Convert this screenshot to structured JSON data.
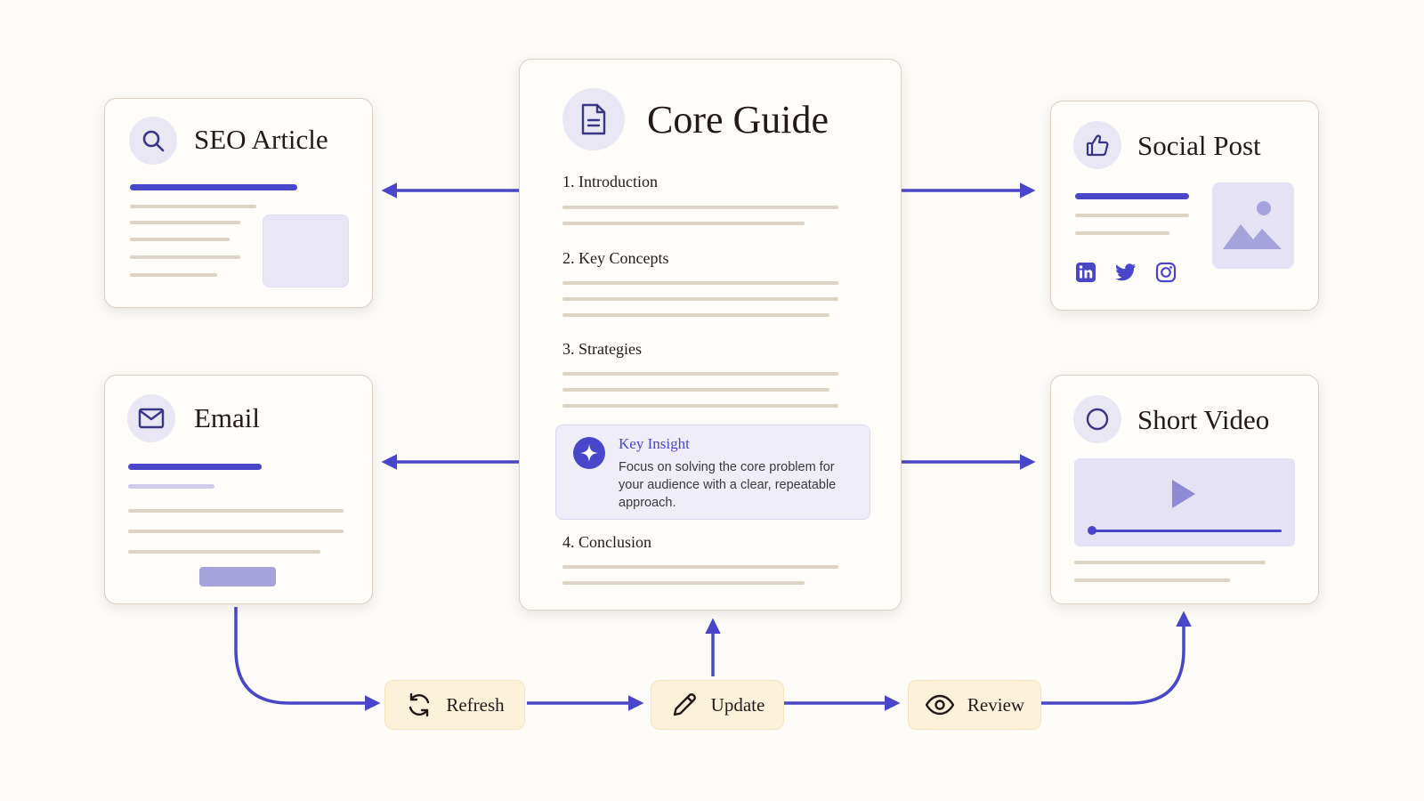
{
  "core_guide": {
    "title": "Core Guide",
    "icon": "document-icon",
    "sections": [
      "1. Introduction",
      "2. Key Concepts",
      "3. Strategies",
      "4. Conclusion"
    ],
    "insight": {
      "title": "Key Insight",
      "icon": "sparkle-icon",
      "body": "Focus on solving the core problem for your audience with a clear, repeatable approach."
    }
  },
  "outputs": {
    "seo_article": {
      "title": "SEO Article",
      "icon": "search-icon"
    },
    "email": {
      "title": "Email",
      "icon": "envelope-icon"
    },
    "social_post": {
      "title": "Social Post",
      "icon": "thumbs-up-icon",
      "social_icons": [
        "linkedin-icon",
        "twitter-icon",
        "instagram-icon"
      ]
    },
    "short_video": {
      "title": "Short Video",
      "icon": "circle-icon"
    }
  },
  "workflow": {
    "steps": [
      {
        "label": "Refresh",
        "icon": "refresh-icon"
      },
      {
        "label": "Update",
        "icon": "pencil-icon"
      },
      {
        "label": "Review",
        "icon": "eye-icon"
      }
    ]
  },
  "colors": {
    "accent": "#4a46c9",
    "card_border": "#dccfc4",
    "placeholder_line": "#ddd3c7",
    "pill_bg": "#fcf2d9",
    "icon_bg": "#e9e7f4"
  }
}
